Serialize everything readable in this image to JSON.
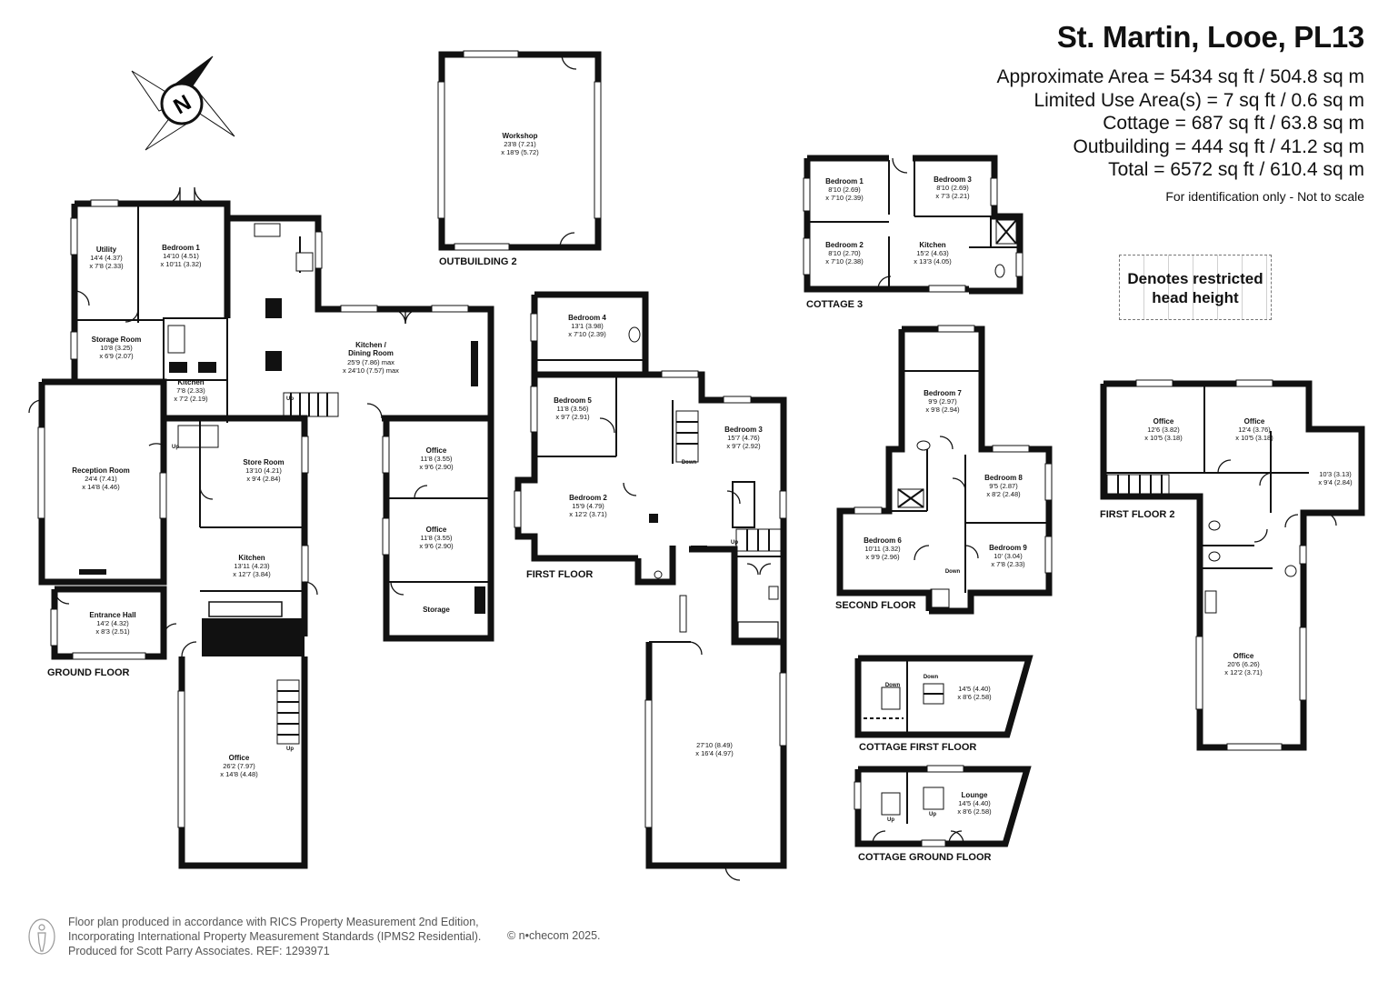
{
  "header": {
    "title": "St. Martin, Looe, PL13",
    "areas": [
      "Approximate Area = 5434 sq ft / 504.8 sq m",
      "Limited Use Area(s) = 7 sq ft / 0.6 sq m",
      "Cottage = 687 sq ft / 63.8 sq m",
      "Outbuilding = 444 sq ft / 41.2 sq m",
      "Total = 6572 sq ft / 610.4 sq m"
    ],
    "note": "For identification only - Not to scale"
  },
  "legend": {
    "restricted": "Denotes restricted head height"
  },
  "compass": {
    "letter": "N"
  },
  "floors": {
    "ground": "GROUND FLOOR",
    "first": "FIRST FLOOR",
    "second": "SECOND FLOOR",
    "first2": "FIRST FLOOR 2",
    "outbuilding2": "OUTBUILDING 2",
    "cottage3": "COTTAGE 3",
    "cottage_first": "COTTAGE FIRST FLOOR",
    "cottage_ground": "COTTAGE GROUND FLOOR"
  },
  "rooms": {
    "utility": {
      "name": "Utility",
      "dim1": "14'4 (4.37)",
      "dim2": "x 7'8 (2.33)"
    },
    "gf_bedroom1": {
      "name": "Bedroom 1",
      "dim1": "14'10 (4.51)",
      "dim2": "x 10'11 (3.32)"
    },
    "storage_room": {
      "name": "Storage Room",
      "dim1": "10'8 (3.25)",
      "dim2": "x 6'9 (2.07)"
    },
    "gf_kitchen_small": {
      "name": "Kitchen",
      "dim1": "7'8 (2.33)",
      "dim2": "x 7'2 (2.19)"
    },
    "kitchen_dining": {
      "name1": "Kitchen /",
      "name2": "Dining Room",
      "dim1": "25'9 (7.86) max",
      "dim2": "x 24'10 (7.57) max"
    },
    "reception": {
      "name": "Reception Room",
      "dim1": "24'4 (7.41)",
      "dim2": "x 14'8 (4.46)"
    },
    "store_room": {
      "name": "Store Room",
      "dim1": "13'10 (4.21)",
      "dim2": "x 9'4 (2.84)"
    },
    "gf_office1": {
      "name": "Office",
      "dim1": "11'8 (3.55)",
      "dim2": "x 9'6 (2.90)"
    },
    "gf_office2": {
      "name": "Office",
      "dim1": "11'8 (3.55)",
      "dim2": "x 9'6 (2.90)"
    },
    "gf_kitchen": {
      "name": "Kitchen",
      "dim1": "13'11 (4.23)",
      "dim2": "x 12'7 (3.84)"
    },
    "gf_storage": {
      "name": "Storage"
    },
    "entrance_hall": {
      "name": "Entrance Hall",
      "dim1": "14'2 (4.32)",
      "dim2": "x 8'3 (2.51)"
    },
    "gf_office_big": {
      "name": "Office",
      "dim1": "26'2 (7.97)",
      "dim2": "x 14'8 (4.48)"
    },
    "workshop": {
      "name": "Workshop",
      "dim1": "23'8 (7.21)",
      "dim2": "x 18'9 (5.72)"
    },
    "ff_bedroom4": {
      "name": "Bedroom 4",
      "dim1": "13'1 (3.98)",
      "dim2": "x 7'10 (2.39)"
    },
    "ff_bedroom5": {
      "name": "Bedroom 5",
      "dim1": "11'8 (3.56)",
      "dim2": "x 9'7 (2.91)"
    },
    "ff_bedroom2": {
      "name": "Bedroom 2",
      "dim1": "15'9 (4.79)",
      "dim2": "x 12'2 (3.71)"
    },
    "ff_bedroom3": {
      "name": "Bedroom 3",
      "dim1": "15'7 (4.76)",
      "dim2": "x 9'7 (2.92)"
    },
    "ff_big": {
      "dim1": "27'10 (8.49)",
      "dim2": "x 16'4 (4.97)"
    },
    "c3_bedroom1": {
      "name": "Bedroom 1",
      "dim1": "8'10 (2.69)",
      "dim2": "x 7'10 (2.39)"
    },
    "c3_bedroom3": {
      "name": "Bedroom 3",
      "dim1": "8'10 (2.69)",
      "dim2": "x 7'3 (2.21)"
    },
    "c3_bedroom2": {
      "name": "Bedroom 2",
      "dim1": "8'10 (2.70)",
      "dim2": "x 7'10 (2.38)"
    },
    "c3_kitchen": {
      "name": "Kitchen",
      "dim1": "15'2 (4.63)",
      "dim2": "x 13'3 (4.05)"
    },
    "sf_bedroom7": {
      "name": "Bedroom 7",
      "dim1": "9'9 (2.97)",
      "dim2": "x 9'8 (2.94)"
    },
    "sf_bedroom8": {
      "name": "Bedroom 8",
      "dim1": "9'5 (2.87)",
      "dim2": "x 8'2 (2.48)"
    },
    "sf_bedroom6": {
      "name": "Bedroom 6",
      "dim1": "10'11 (3.32)",
      "dim2": "x 9'9 (2.96)"
    },
    "sf_bedroom9": {
      "name": "Bedroom 9",
      "dim1": "10' (3.04)",
      "dim2": "x 7'8 (2.33)"
    },
    "f2_office1": {
      "name": "Office",
      "dim1": "12'6 (3.82)",
      "dim2": "x 10'5 (3.18)"
    },
    "f2_office2": {
      "name": "Office",
      "dim1": "12'4 (3.76)",
      "dim2": "x 10'5 (3.18)"
    },
    "f2_room": {
      "dim1": "10'3 (3.13)",
      "dim2": "x 9'4 (2.84)"
    },
    "f2_office_big": {
      "name": "Office",
      "dim1": "20'6 (6.26)",
      "dim2": "x 12'2 (3.71)"
    },
    "cf_room": {
      "dim1": "14'5 (4.40)",
      "dim2": "x 8'6 (2.58)"
    },
    "cg_lounge": {
      "name": "Lounge",
      "dim1": "14'5 (4.40)",
      "dim2": "x 8'6 (2.58)"
    }
  },
  "stairs": {
    "up": "Up",
    "down": "Down"
  },
  "footer": {
    "line1": "Floor plan produced in accordance with RICS Property Measurement 2nd Edition,",
    "line2": "Incorporating International Property Measurement Standards (IPMS2 Residential).",
    "line3": "Produced for Scott Parry Associates.   REF: 1293971",
    "copyright": "© n•checom 2025."
  }
}
